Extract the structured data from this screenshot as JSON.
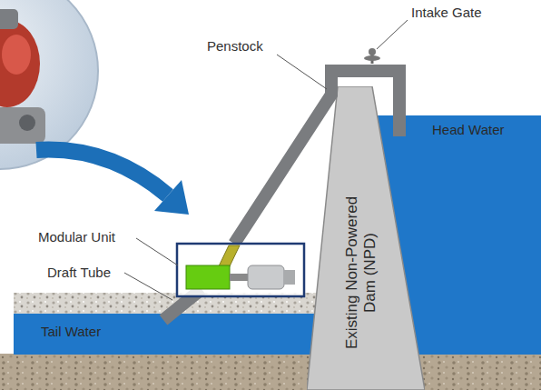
{
  "diagram": {
    "nodes": [
      {
        "text": [
          "Head Water"
        ]
      },
      {
        "text": [
          "Existing Non-Powered Dam (NPD)"
        ]
      },
      {
        "text": [
          "Tail Water"
        ]
      }
    ],
    "labels": [
      "Intake Gate",
      "Penstock",
      "Modular Unit",
      "Draft Tube"
    ]
  }
}
